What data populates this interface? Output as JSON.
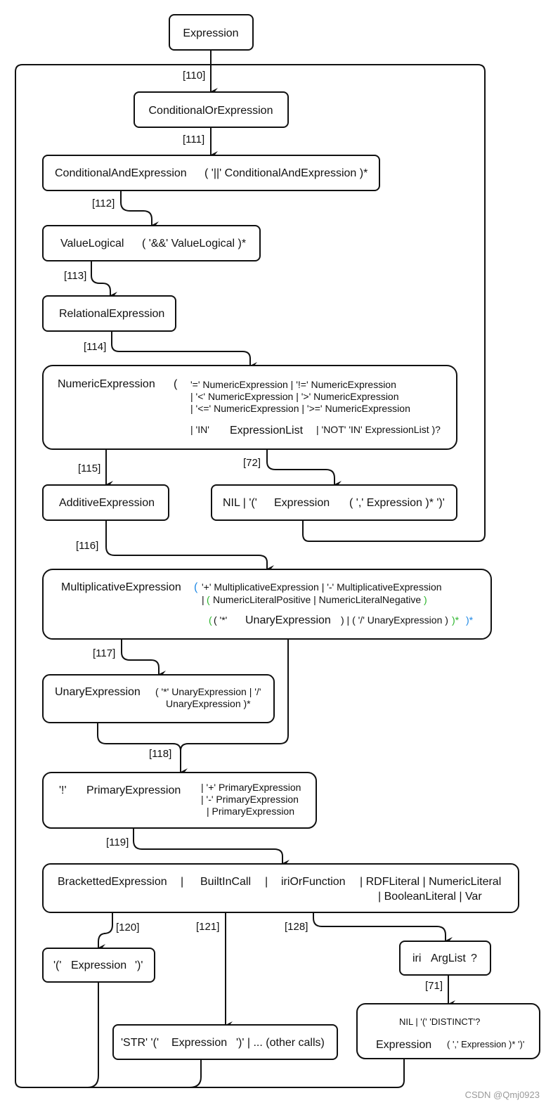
{
  "nodes": {
    "expression_top": "Expression",
    "conditional_or": "ConditionalOrExpression",
    "conditional_and": "ConditionalAndExpression",
    "conditional_and_rule": "( '||' ConditionalAndExpression )*",
    "value_logical": "ValueLogical",
    "value_logical_rule": "( '&&' ValueLogical )*",
    "relational": "RelationalExpression",
    "numeric": "NumericExpression",
    "numeric_paren": "(",
    "numeric_rule_1": "'=' NumericExpression | '!=' NumericExpression",
    "numeric_rule_2": "| '<' NumericExpression | '>' NumericExpression",
    "numeric_rule_3": "| '<=' NumericExpression | '>=' NumericExpression",
    "numeric_in": "| 'IN'",
    "expression_list": "ExpressionList",
    "numeric_not_in": "| 'NOT' 'IN' ExpressionList )?",
    "additive": "AdditiveExpression",
    "nil_prefix": "NIL | '('",
    "nil_expression": "Expression",
    "nil_suffix": "( ',' Expression )* ')'",
    "multiplicative": "MultiplicativeExpression",
    "mult_open": "(",
    "mult_rule_1": "'+' MultiplicativeExpression | '-' MultiplicativeExpression",
    "mult_rule_2_bar": "|",
    "mult_rule_2_open": "(",
    "mult_rule_2_body": "NumericLiteralPositive | NumericLiteralNegative",
    "mult_rule_2_close": ")",
    "mult_rule_3_open": "(",
    "mult_rule_3_a": "( '*'",
    "mult_unary": "UnaryExpression",
    "mult_rule_3_b": ") | ( '/' UnaryExpression )",
    "mult_rule_3_c": ")*",
    "mult_close": ")*",
    "unary": "UnaryExpression",
    "unary_rule_1": "( '*' UnaryExpression | '/'",
    "unary_rule_2": "UnaryExpression )*",
    "primary_not": "'!'",
    "primary": "PrimaryExpression",
    "primary_rule_1": "| '+' PrimaryExpression",
    "primary_rule_2": "| '-' PrimaryExpression",
    "primary_rule_3": "| PrimaryExpression",
    "bracketted": "BrackettedExpression",
    "bar_1": "|",
    "builtin": "BuiltInCall",
    "bar_2": "|",
    "iri_or_function": "iriOrFunction",
    "primary_alt_1": "| RDFLiteral | NumericLiteral",
    "primary_alt_2": "| BooleanLiteral | Var",
    "bracket_open": "'('",
    "bracket_expression": "Expression",
    "bracket_close": "')'",
    "iri": "iri",
    "arg_list": "ArgList",
    "arg_list_q": "?",
    "arglist_rule_1": "NIL | '(' 'DISTINCT'?",
    "arglist_expression": "Expression",
    "arglist_rule_2": "( ',' Expression )* ')'",
    "str_prefix": "'STR' '('",
    "str_expression": "Expression",
    "str_suffix": "')' | ... (other calls)"
  },
  "edge_labels": {
    "r110": "[110]",
    "r111": "[111]",
    "r112": "[112]",
    "r113": "[113]",
    "r114": "[114]",
    "r115": "[115]",
    "r72": "[72]",
    "r116": "[116]",
    "r117": "[117]",
    "r118": "[118]",
    "r119": "[119]",
    "r120": "[120]",
    "r121": "[121]",
    "r128": "[128]",
    "r71": "[71]"
  },
  "watermark": "CSDN @Qmj0923",
  "colors": {
    "stroke": "#111111",
    "blue_paren": "#1e88e5",
    "green_paren": "#2bb52b",
    "watermark": "#9a9a9a"
  }
}
